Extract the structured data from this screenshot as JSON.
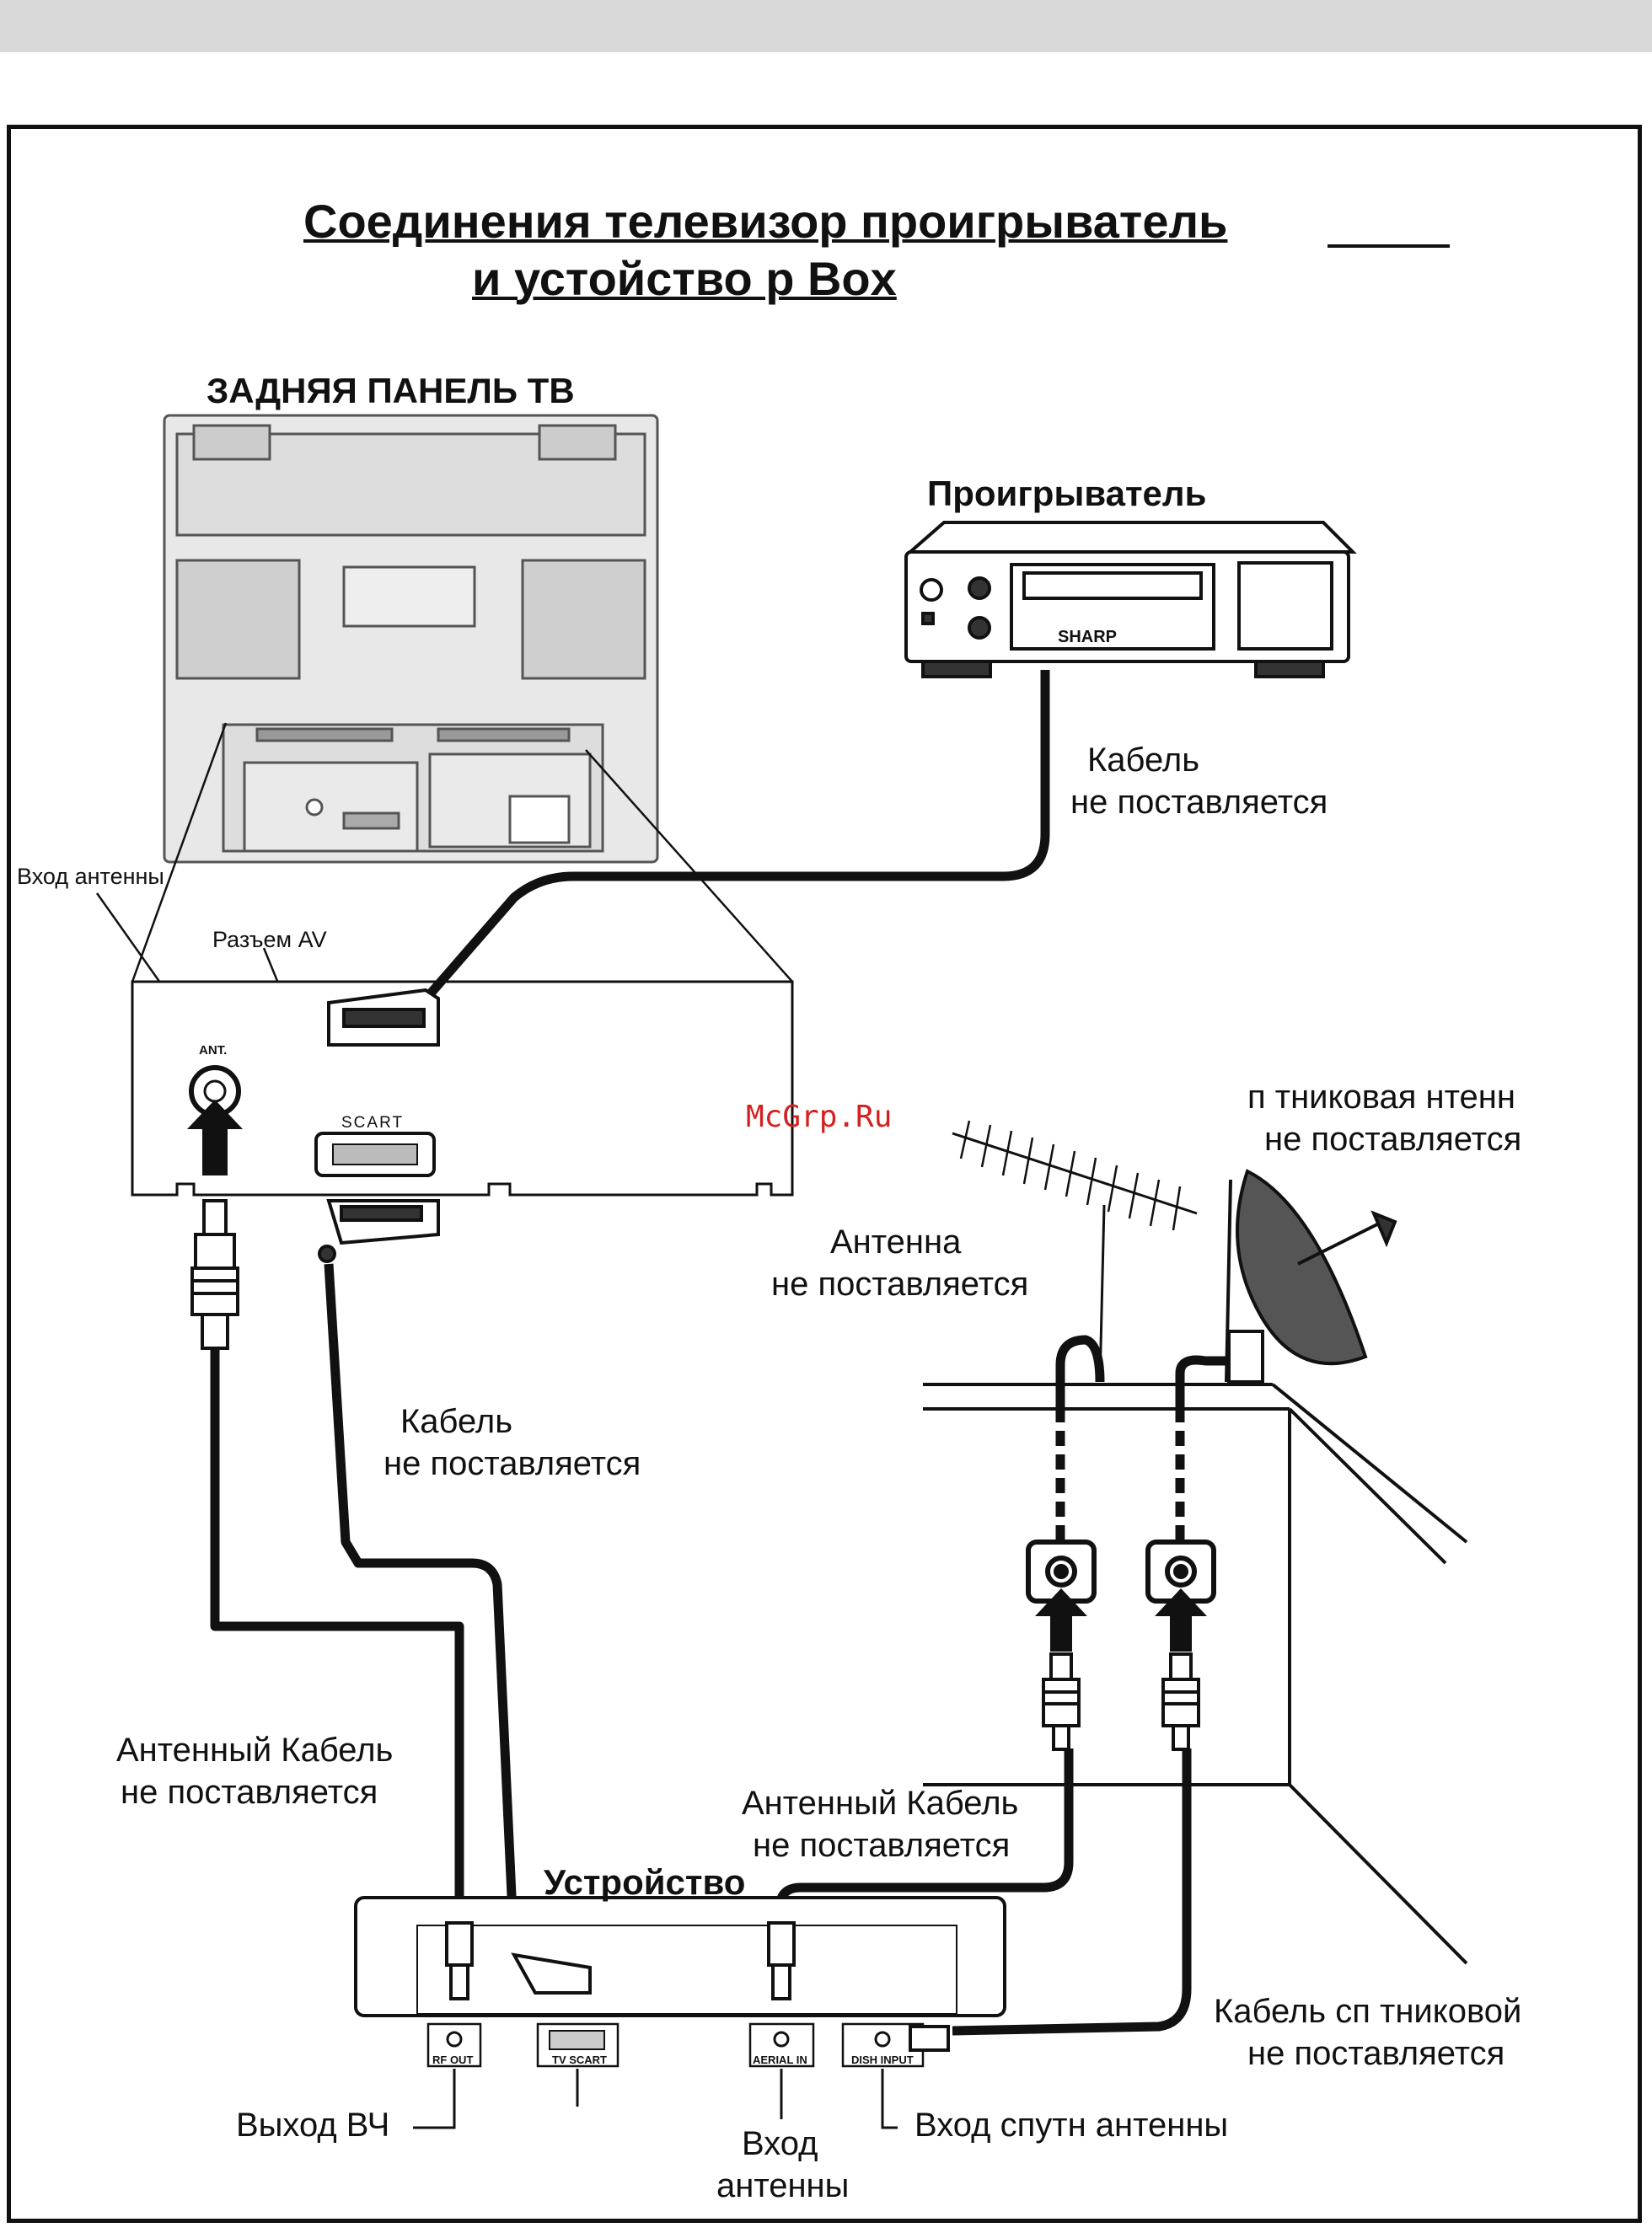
{
  "title": {
    "line1": "Соединения   телевизор проигрыватель",
    "line2": "и устойство          р Box"
  },
  "tv": {
    "heading": "ЗАДНЯЯ ПАНЕЛЬ ТВ",
    "label_ant": "ANT.",
    "label_scart": "SCART",
    "label_in_antenna": "Вход  антенны",
    "label_av": "Разъем AV"
  },
  "player": {
    "heading": "Проигрыватель",
    "brand": "SHARP",
    "cable_note": [
      "Кабель",
      "не поставляется"
    ]
  },
  "scart_cable_note": [
    "Кабель",
    "не поставляется"
  ],
  "antenna": {
    "note": [
      "Антенна",
      "не поставляется"
    ]
  },
  "dish": {
    "note": [
      "п  тниковая   нтенн",
      "не поставляется"
    ],
    "cable_note": [
      "Кабель сп  тниковой",
      "не поставляется"
    ]
  },
  "antenna_cable_left": [
    "Антенный Кабель",
    "не поставляется"
  ],
  "antenna_cable_right": [
    "Антенный Кабель",
    "не поставляется"
  ],
  "device": {
    "heading": "Устройство",
    "ports": [
      "RF OUT",
      "TV SCART",
      "AERIAL IN",
      "DISH INPUT"
    ],
    "label_rf_out": "Выход ВЧ",
    "label_aerial_in": [
      "Вход",
      "антенны"
    ],
    "label_dish_in": "Вход  спутн антенны"
  },
  "watermark": "McGrp.Ru",
  "colors": {
    "ink": "#111111",
    "panel": "#e6e6e6",
    "watermark": "#d62020"
  }
}
